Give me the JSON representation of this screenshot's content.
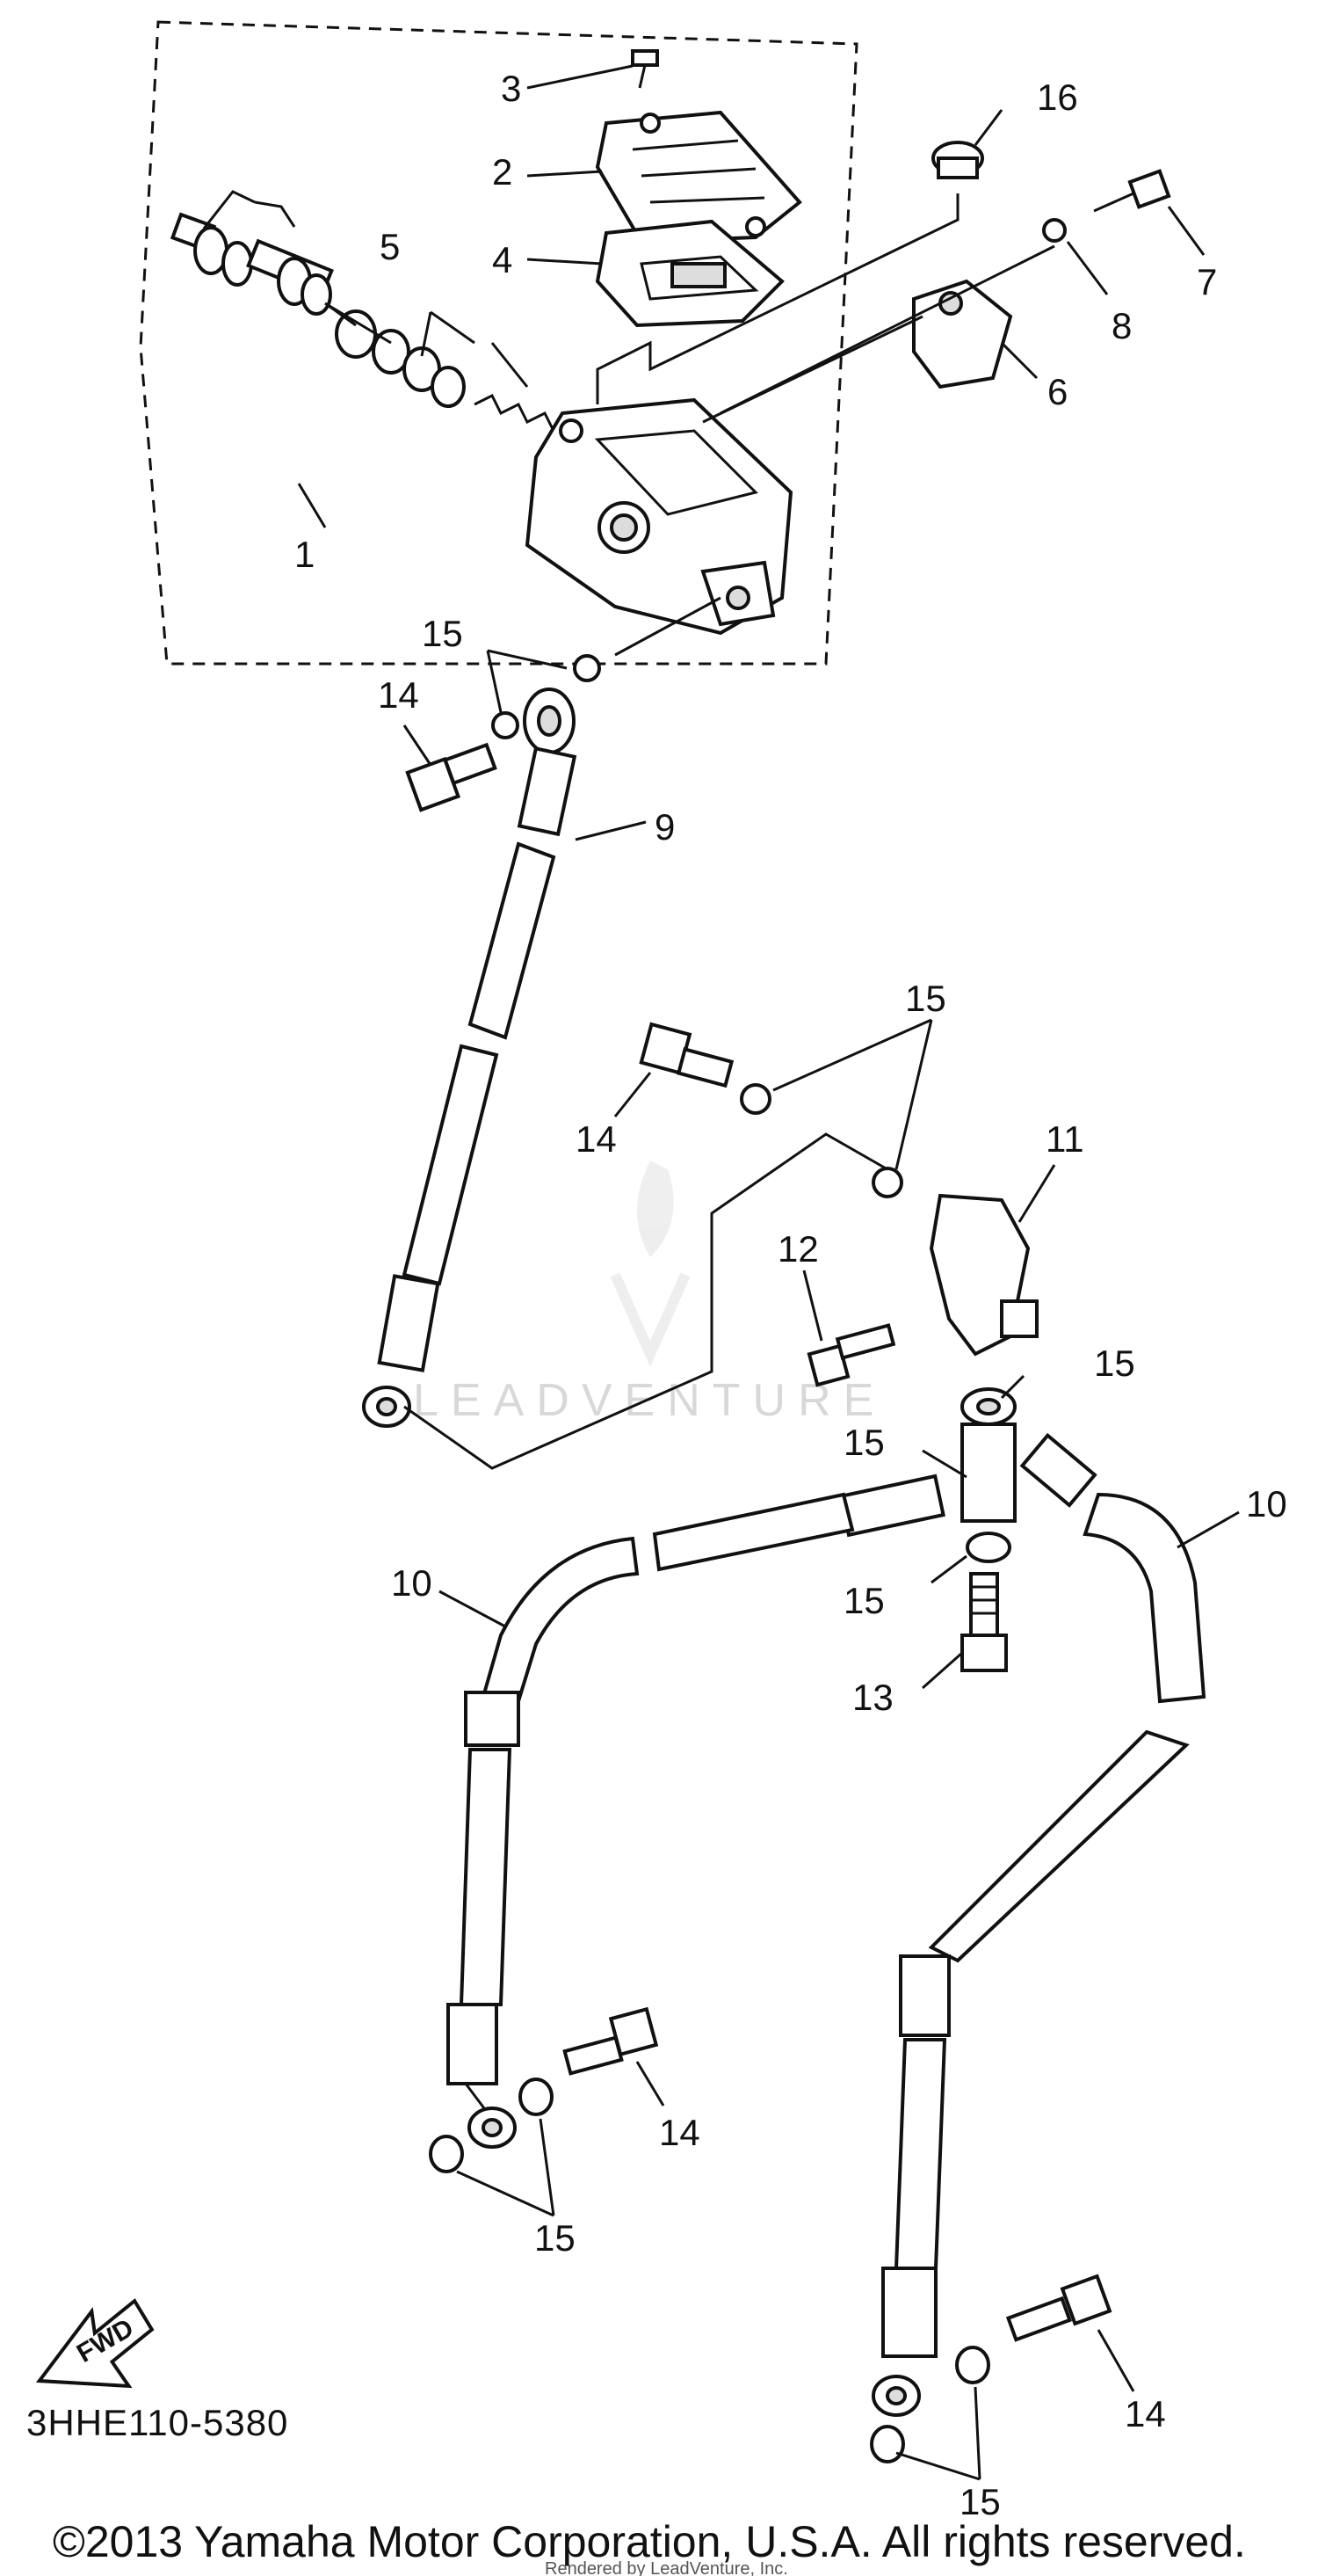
{
  "callouts": {
    "c1": "1",
    "c2": "2",
    "c3": "3",
    "c4": "4",
    "c5": "5",
    "c6": "6",
    "c7": "7",
    "c8": "8",
    "c9": "9",
    "c10a": "10",
    "c10b": "10",
    "c11": "11",
    "c12": "12",
    "c13": "13",
    "c14a": "14",
    "c14b": "14",
    "c14c": "14",
    "c14d": "14",
    "c15a": "15",
    "c15b": "15",
    "c15c": "15",
    "c15d": "15",
    "c15e": "15",
    "c15f": "15",
    "c15g": "15",
    "c16": "16"
  },
  "direction_label": "FWD",
  "reference_code": "3HHE110-5380",
  "watermark": "LEADVENTURE",
  "rendered_by": "Rendered by LeadVenture, Inc.",
  "copyright": "©2013 Yamaha Motor Corporation, U.S.A. All rights reserved."
}
